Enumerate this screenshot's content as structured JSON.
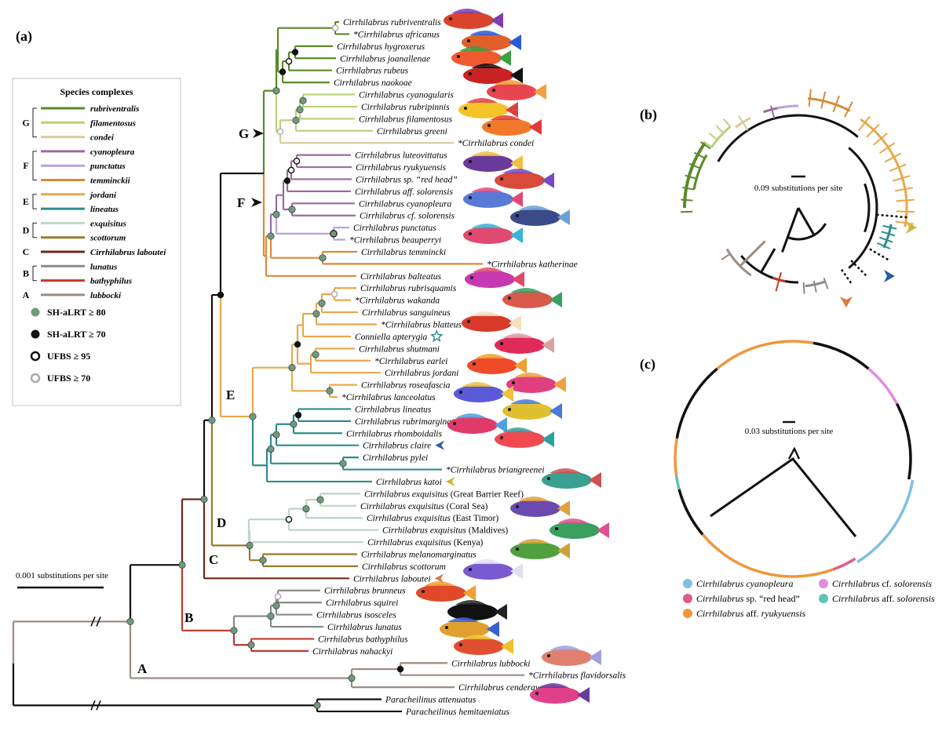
{
  "panels": {
    "a": "(a)",
    "b": "(b)",
    "c": "(c)"
  },
  "scale": {
    "a": "0.001 substitutions per site",
    "b": "0.09 substitutions per site",
    "c": "0.03 substitutions per site"
  },
  "legend": {
    "title": "Species complexes",
    "complexes": [
      {
        "letter": "G",
        "items": [
          {
            "name": "rubriventralis",
            "color": "#5a8a2a"
          },
          {
            "name": "filamentosus",
            "color": "#b8d27c"
          },
          {
            "name": "condei",
            "color": "#dcc99a"
          }
        ]
      },
      {
        "letter": "F",
        "items": [
          {
            "name": "cyanopleura",
            "color": "#9b6b9b"
          },
          {
            "name": "punctatus",
            "color": "#b9a3d8"
          },
          {
            "name": "temminckii",
            "color": "#d98a3a"
          }
        ]
      },
      {
        "letter": "E",
        "items": [
          {
            "name": "jordani",
            "color": "#e8a84a"
          },
          {
            "name": "lineatus",
            "color": "#2f8c8c"
          }
        ]
      },
      {
        "letter": "D",
        "items": [
          {
            "name": "exquisitus",
            "color": "#bcd6c8"
          },
          {
            "name": "scottorum",
            "color": "#9a7a2a"
          }
        ]
      },
      {
        "letter": "C",
        "items": [
          {
            "name": "Cirrhilabrus laboutei",
            "color": "#6b2a1a"
          }
        ]
      },
      {
        "letter": "B",
        "items": [
          {
            "name": "lunatus",
            "color": "#8a8a8a"
          },
          {
            "name": "bathyphilus",
            "color": "#c0392b"
          }
        ]
      },
      {
        "letter": "A",
        "items": [
          {
            "name": "lubbocki",
            "color": "#9c8c85"
          }
        ]
      }
    ],
    "support": [
      {
        "label": "SH-aLRT ≥ 80",
        "shape": "filled",
        "color": "#6f9a7e"
      },
      {
        "label": "SH-aLRT ≥ 70",
        "shape": "filled",
        "color": "#111111"
      },
      {
        "label": "UFBS ≥ 95",
        "shape": "ring",
        "color": "#111111"
      },
      {
        "label": "UFBS ≥ 70",
        "shape": "ring",
        "color": "#aaaaaa"
      }
    ]
  },
  "clade_labels": [
    "G",
    "F",
    "E",
    "D",
    "C",
    "B",
    "A"
  ],
  "tips": [
    "Cirrhilabrus rubriventralis",
    "*Cirrhilabrus africanus",
    "Cirrhilabrus hygroxerus",
    "Cirrhilabrus joanallenae",
    "Cirrhilabrus rubeus",
    "Cirrhilabrus naokoae",
    "Cirrhilabrus cyanogularis",
    "Cirrhilabrus rubripinnis",
    "Cirrhilabrus filamentosus",
    "Cirrhilabrus greeni",
    "*Cirrhilabrus condei",
    "Cirrhilabrus luteovittatus",
    "Cirrhilabrus ryukyuensis",
    "Cirrhilabrus sp. “red head”",
    "Cirrhilabrus aff. solorensis",
    "Cirrhilabrus cyanopleura",
    "Cirrhilabrus cf. solorensis",
    "Cirrhilabrus punctatus",
    "*Cirrhilabrus beauperryi",
    "Cirrhilabrus temmincki",
    "*Cirrhilabrus katherinae",
    "Cirrhilabrus balteatus",
    "Cirrhilabrus rubrisquamis",
    "*Cirrhilabrus wakanda",
    "Cirrhilabrus sanguineus",
    "*Cirrhilabrus blatteus",
    "Conniella apterygia",
    "Cirrhilabrus shutmani",
    "*Cirrhilabrus earlei",
    "Cirrhilabrus jordani",
    "Cirrhilabrus roseafascia",
    "*Cirrhilabrus lanceolatus",
    "Cirrhilabrus lineatus",
    "Cirrhilabrus rubrimarginatus",
    "Cirrhilabrus rhomboidalis",
    "Cirrhilabrus claire",
    "Cirrhilabrus pylei",
    "*Cirrhilabrus briangreenei",
    "Cirrhilabrus katoi",
    "Cirrhilabrus exquisitus (Great Barrier Reef)",
    "Cirrhilabrus exquisitus (Coral Sea)",
    "Cirrhilabrus exquisitus (East Timor)",
    "Cirrhilabrus exquisitus (Maldives)",
    "Cirrhilabrus exquisitus (Kenya)",
    "Cirrhilabrus melanomarginatus",
    "Cirrhilabrus scottorum",
    "Cirrhilabrus laboutei",
    "Cirrhilabrus brunneus",
    "Cirrhilabrus squirei",
    "Cirrhilabrus isosceles",
    "Cirrhilabrus lunatus",
    "Cirrhilabrus bathyphilus",
    "Cirrhilabrus nahackyi",
    "Cirrhilabrus lubbocki",
    "*Cirrhilabrus flavidorsalis",
    "Cirrhilabrus cenderawasih",
    "Paracheilinus attenuatus",
    "Paracheilinus hemitaeniatus"
  ],
  "panel_c_legend": [
    {
      "name": "Cirrhilabrus cyanopleura",
      "color": "#7fbfe0"
    },
    {
      "name": "Cirrhilabrus cf. solorensis",
      "color": "#e48ae0"
    },
    {
      "name": "Cirrhilabrus sp. “red head”",
      "color": "#e05a8a"
    },
    {
      "name": "Cirrhilabrus aff. solorensis",
      "color": "#5ec4b4"
    },
    {
      "name": "Cirrhilabrus aff. ryukyuensis",
      "color": "#f0963c"
    }
  ]
}
